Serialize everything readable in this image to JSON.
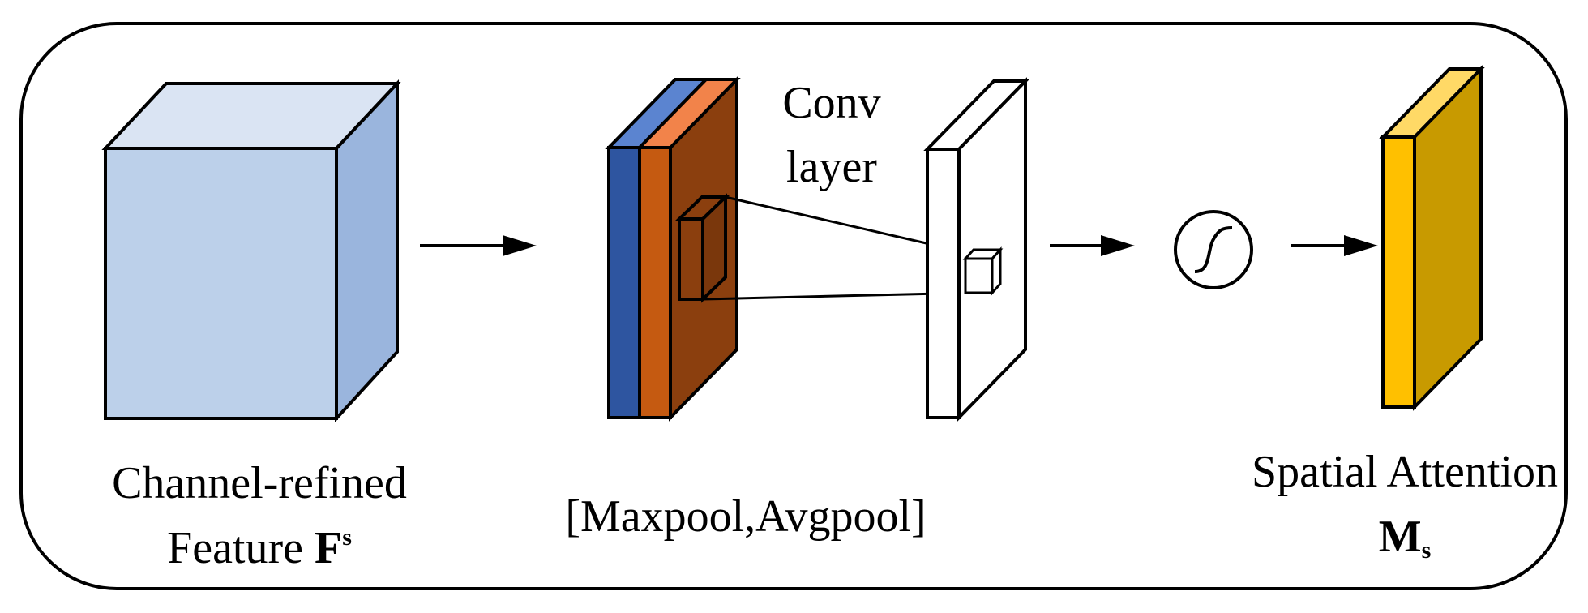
{
  "diagram": {
    "input_label": {
      "line1": "Channel-refined",
      "line2_prefix": "Feature ",
      "symbol": "F",
      "symbol_sup": "s"
    },
    "pool_label": "[Maxpool,Avgpool]",
    "conv_label": {
      "line1": "Conv",
      "line2": "layer"
    },
    "output_label": {
      "line1": "Spatial Attention",
      "symbol": "M",
      "symbol_sub": "s"
    },
    "colors": {
      "input_front": "#BCD0EA",
      "input_top": "#DAE4F3",
      "input_side": "#9AB5DD",
      "maxpool_front": "#2E55A0",
      "maxpool_top": "#5B84D0",
      "avgpool_front": "#C55A11",
      "avgpool_top": "#F2834A",
      "concat_side": "#8B3F0E",
      "output_front": "#FFC000",
      "output_top": "#FFD966",
      "output_side": "#C89A00"
    }
  }
}
